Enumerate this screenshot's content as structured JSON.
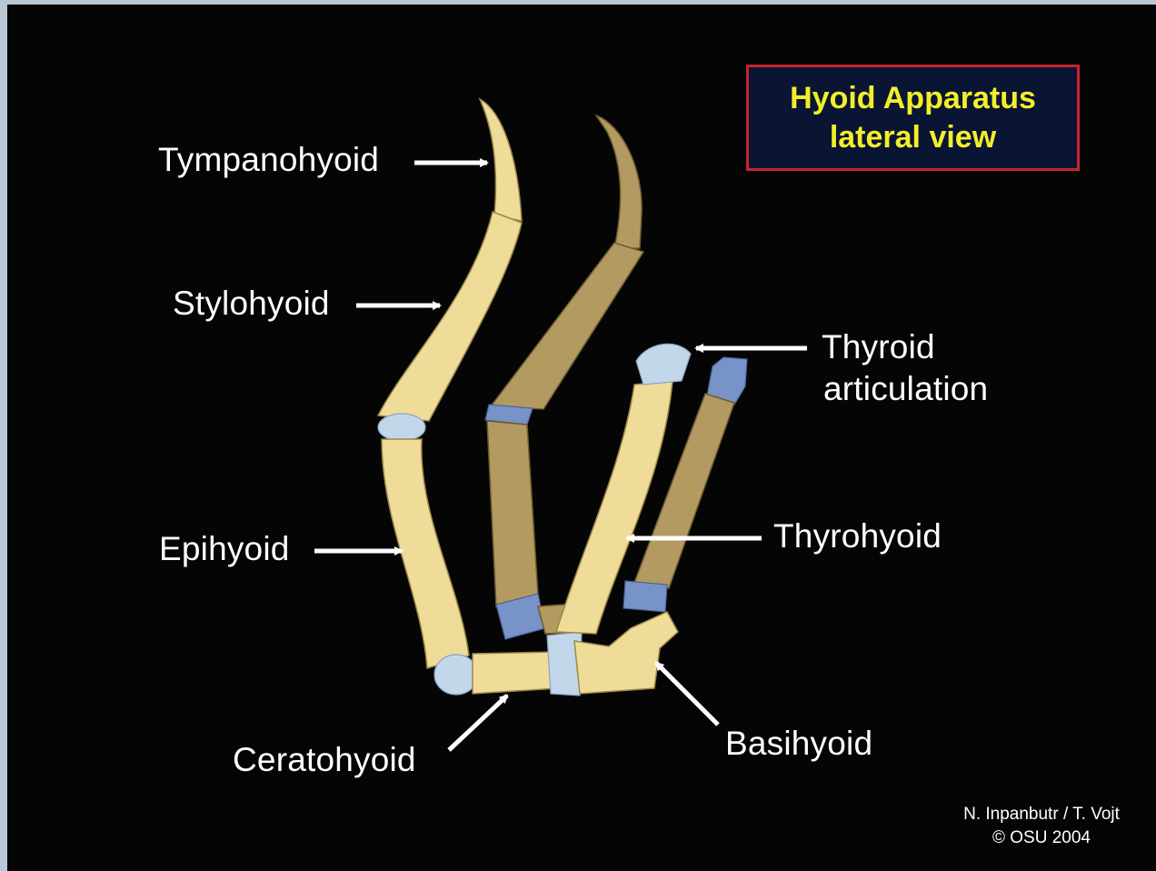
{
  "title": {
    "line1": "Hyoid Apparatus",
    "line2": "lateral view"
  },
  "labels": {
    "tympanohyoid": "Tympanohyoid",
    "stylohyoid": "Stylohyoid",
    "epihyoid": "Epihyoid",
    "ceratohyoid": "Ceratohyoid",
    "thyroid_line1": "Thyroid",
    "thyroid_line2": "articulation",
    "thyrohyoid": "Thyrohyoid",
    "basihyoid": "Basihyoid"
  },
  "credit": {
    "line1": "N. Inpanbutr / T. Vojt",
    "line2": "© OSU 2004"
  },
  "colors": {
    "bone_front": "#efdc99",
    "bone_back": "#b39a60",
    "cartilage_front": "#c2d8ea",
    "cartilage_back": "#7893c8",
    "title_text": "#f3ee2a",
    "title_border": "#c8232d",
    "background": "#050505"
  }
}
